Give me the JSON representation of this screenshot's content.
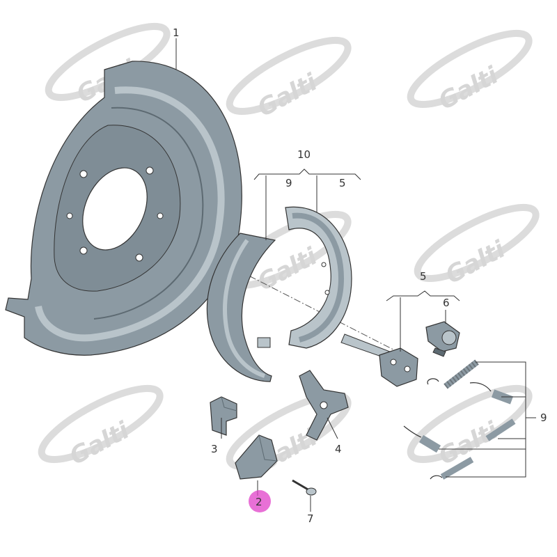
{
  "watermark": {
    "text": "Galti",
    "color": "#c8c8c8"
  },
  "callouts": {
    "c1": "1",
    "c2": "2",
    "c3": "3",
    "c4": "4",
    "c5_top": "5",
    "c5_mid": "5",
    "c6": "6",
    "c7": "7",
    "c9_top": "9",
    "c9_right": "9",
    "c10": "10"
  },
  "colors": {
    "part_fill": "#8c9aa3",
    "part_light": "#b9c4ca",
    "part_dark": "#5d6a72",
    "line": "#333333",
    "highlight_dot": "#e040c8"
  }
}
